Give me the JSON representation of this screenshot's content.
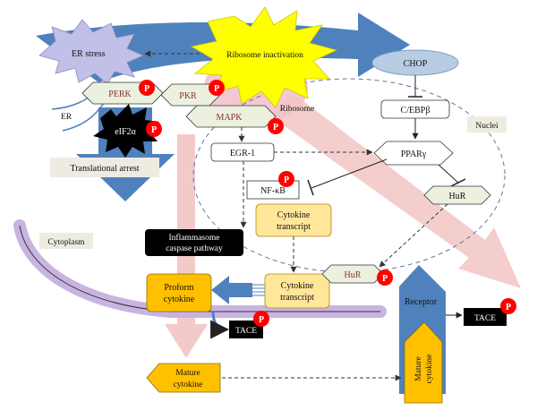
{
  "labels": {
    "er_stress": "ER stress",
    "ribosome_inactivation": "Ribosome inactivation",
    "chop": "CHOP",
    "perk": "PERK",
    "pkr": "PKR",
    "mapk": "MAPK",
    "ribosome": "Ribosome",
    "er": "ER",
    "eif2a": "eIF2α",
    "translational_arrest": "Translational arrest",
    "cebpb": "C/EBPβ",
    "nuclei": "Nuclei",
    "egr1": "EGR-1",
    "ppar": "PPARγ",
    "nfkb": "NF-κB",
    "hur_nuclear": "HuR",
    "cytokine_transcript_nuclear_1": "Cytokine",
    "cytokine_transcript_nuclear_2": "transcript",
    "cytoplasm": "Cytoplasm",
    "inflammasome_1": "Inflammasome",
    "inflammasome_2": "caspase pathway",
    "hur_cyto": "HuR",
    "proform_1": "Proform",
    "proform_2": "cytokine",
    "cytokine_transcript_cyto_1": "Cytokine",
    "cytokine_transcript_cyto_2": "transcript",
    "receptor": "Receptor",
    "tace_membrane": "TACE",
    "tace_right": "TACE",
    "mature_cytokine_1": "Mature",
    "mature_cytokine_2": "cytokine",
    "mature_cytokine_vertical_1": "Mature",
    "mature_cytokine_vertical_2": "cytokine",
    "phospho": "P"
  },
  "colors": {
    "blue_arrow": "#4f81bd",
    "pink_arrow": "#f2c4c4",
    "pink_ribosome": "#f4c7d3",
    "yellow_star": "#ffff00",
    "purple_membrane": "#c9b3e0",
    "gold_box": "#ffc000",
    "light_yellow_box": "#ffe699",
    "chop_ellipse": "#b8cce4",
    "label_beige": "#eeece1",
    "hex_green": "#ebf1de",
    "phospho_red": "#ff0000",
    "black_box": "#000000"
  }
}
